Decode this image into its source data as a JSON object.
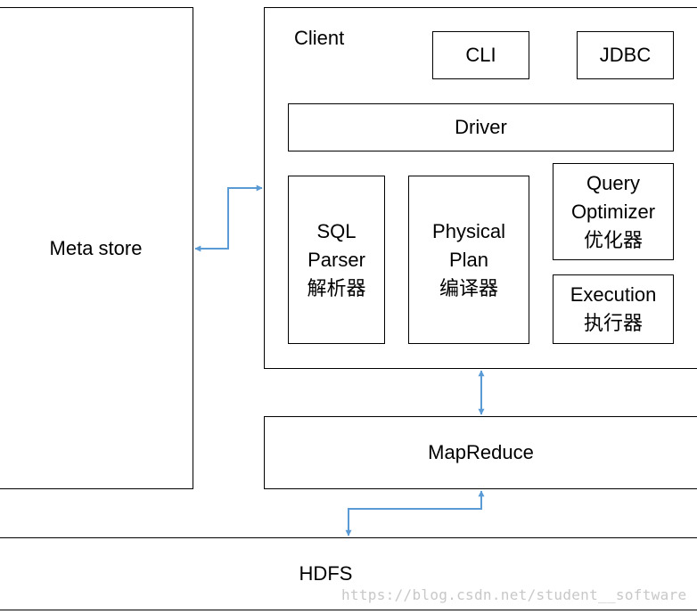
{
  "meta_store": {
    "label": "Meta store"
  },
  "client": {
    "label": "Client",
    "cli": "CLI",
    "jdbc": "JDBC",
    "driver": "Driver",
    "sql_parser": [
      "SQL",
      "Parser",
      "解析器"
    ],
    "physical_plan": [
      "Physical",
      "Plan",
      "编译器"
    ],
    "query_optimizer": [
      "Query",
      "Optimizer",
      "优化器"
    ],
    "execution": [
      "Execution",
      "执行器"
    ]
  },
  "mapreduce": {
    "label": "MapReduce"
  },
  "hdfs": {
    "label": "HDFS"
  },
  "watermark": "https://blog.csdn.net/student__software",
  "colors": {
    "arrow": "#5b9bd5",
    "border": "#000000",
    "background": "#ffffff"
  }
}
